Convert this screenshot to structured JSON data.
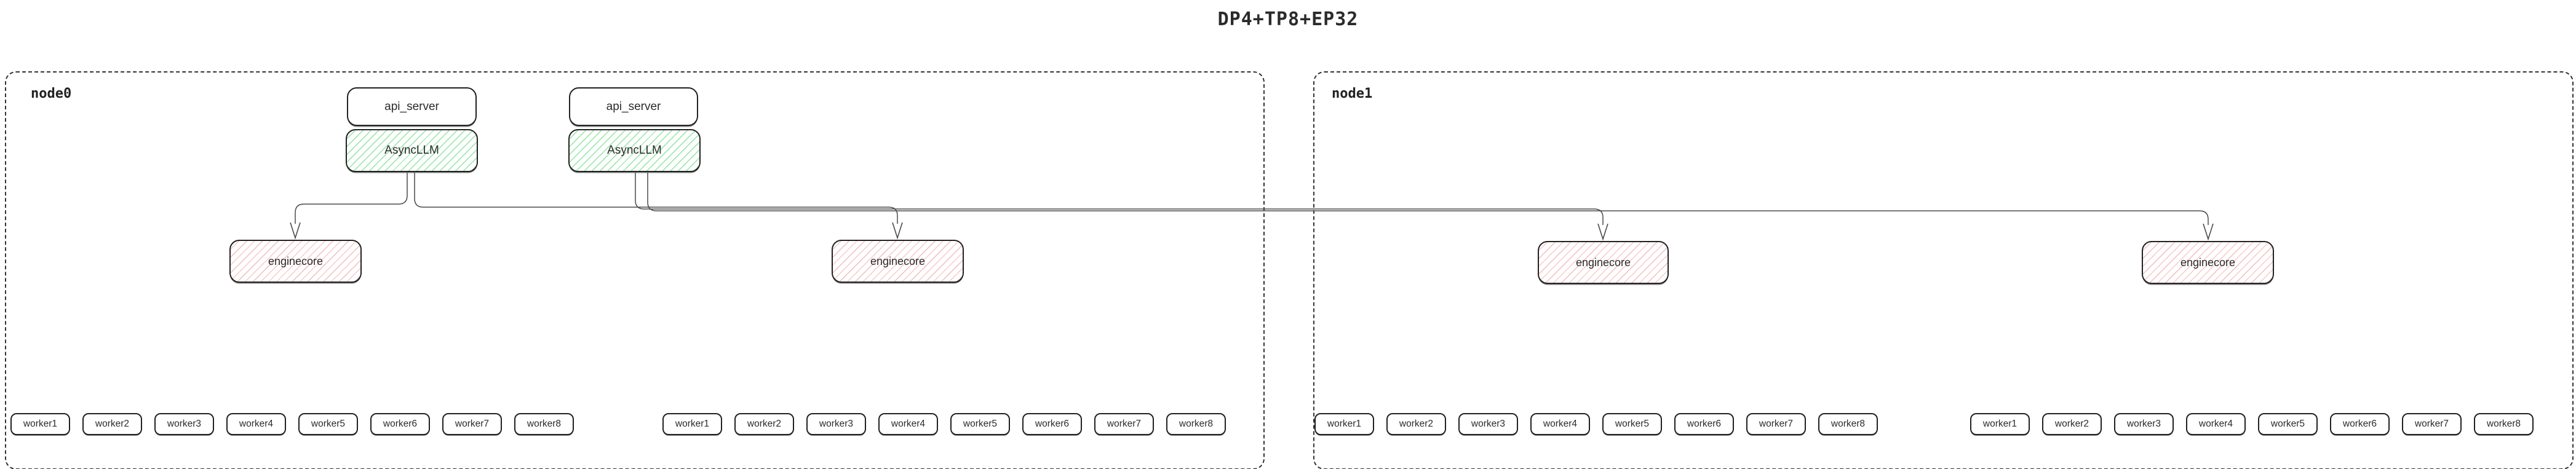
{
  "title": "DP4+TP8+EP32",
  "colors": {
    "box-border": "#212121",
    "node-border": "#333333",
    "edge-line": "#4a4a4a",
    "text": "#2b2b2b",
    "box-fill": "#ffffff",
    "asyncllm-hatch": "#8ee6a1",
    "enginecore-hatch": "#f6baba"
  },
  "nodes": [
    {
      "label": "node0",
      "api_servers": [
        "api_server",
        "api_server"
      ],
      "async_llms": [
        "AsyncLLM",
        "AsyncLLM"
      ],
      "engine_cores": [
        "enginecore",
        "enginecore"
      ],
      "worker_groups": [
        [
          "worker1",
          "worker2",
          "worker3",
          "worker4",
          "worker5",
          "worker6",
          "worker7",
          "worker8"
        ],
        [
          "worker1",
          "worker2",
          "worker3",
          "worker4",
          "worker5",
          "worker6",
          "worker7",
          "worker8"
        ]
      ]
    },
    {
      "label": "node1",
      "engine_cores": [
        "enginecore",
        "enginecore"
      ],
      "worker_groups": [
        [
          "worker1",
          "worker2",
          "worker3",
          "worker4",
          "worker5",
          "worker6",
          "worker7",
          "worker8"
        ],
        [
          "worker1",
          "worker2",
          "worker3",
          "worker4",
          "worker5",
          "worker6",
          "worker7",
          "worker8"
        ]
      ]
    }
  ]
}
